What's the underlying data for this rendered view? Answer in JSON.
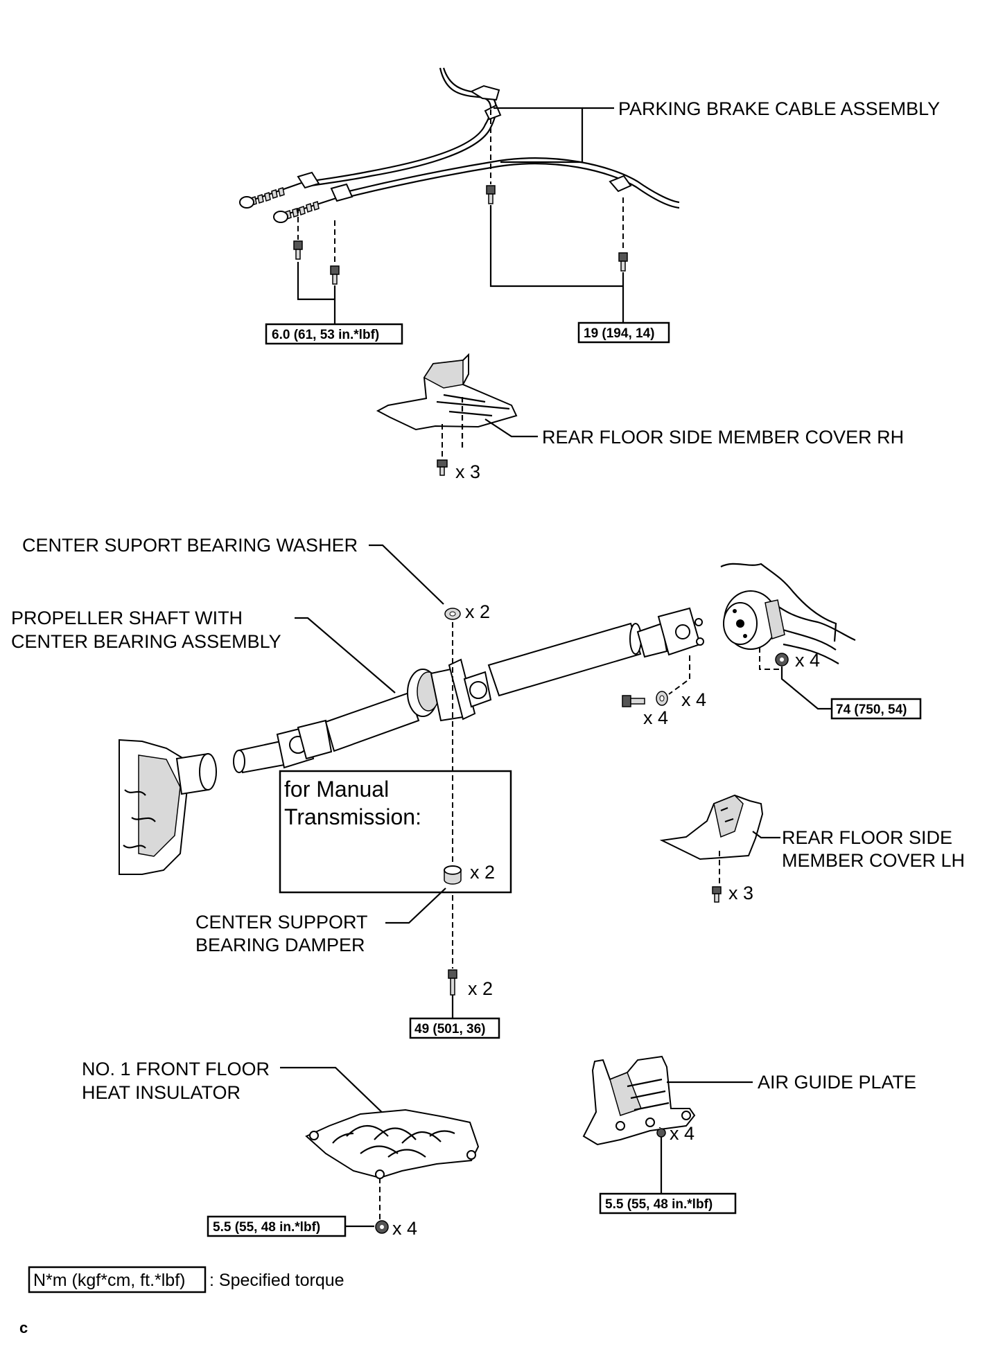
{
  "labels": {
    "parking_brake_cable": "PARKING BRAKE CABLE ASSEMBLY",
    "rear_floor_cover_rh": "REAR FLOOR SIDE MEMBER COVER RH",
    "center_washer": "CENTER SUPORT BEARING WASHER",
    "propeller_line1": "PROPELLER SHAFT WITH",
    "propeller_line2": "CENTER BEARING ASSEMBLY",
    "manual_line1": "for Manual",
    "manual_line2": "Transmission:",
    "damper_line1": "CENTER SUPPORT",
    "damper_line2": "BEARING DAMPER",
    "rear_floor_cover_lh_line1": "REAR FLOOR SIDE",
    "rear_floor_cover_lh_line2": "MEMBER COVER LH",
    "insulator_line1": "NO. 1 FRONT FLOOR",
    "insulator_line2": "HEAT INSULATOR",
    "air_guide": "AIR GUIDE PLATE"
  },
  "torques": {
    "cable_left": "6.0 (61, 53 in.*lbf)",
    "cable_right": "19 (194, 14)",
    "flange": "74 (750, 54)",
    "center_bolt": "49 (501, 36)",
    "insulator": "5.5 (55, 48 in.*lbf)",
    "air_guide": "5.5 (55, 48 in.*lbf)"
  },
  "quantities": {
    "rh_cover_bolts": "x 3",
    "washer": "x 2",
    "flange_nuts": "x 4",
    "bolts_a": "x 4",
    "bolts_b": "x 4",
    "lh_cover_bolts": "x 3",
    "damper": "x 2",
    "center_bolts": "x 2",
    "air_guide_bolts": "x 4",
    "insulator_nuts": "x 4"
  },
  "legend": {
    "unit_box": "N*m (kgf*cm, ft.*lbf)",
    "description": ": Specified torque"
  },
  "footer_code": "c"
}
